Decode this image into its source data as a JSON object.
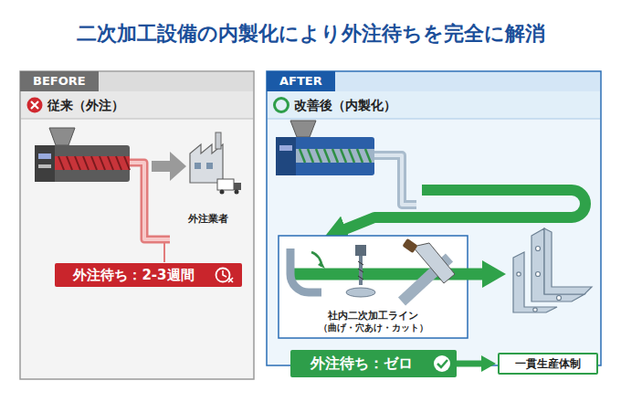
{
  "diagram": {
    "title": "二次加工設備の内製化により外注待ちを完全に解消",
    "nodes": [
      {
        "text": [
          "BEFORE",
          "従来（外注）"
        ]
      },
      {
        "text": [
          "外注待ち：2-3週間"
        ],
        "in": 0
      },
      {
        "text": [
          "AFTER",
          "改善後（内製化）"
        ]
      },
      {
        "text": [
          "社内二次加工ライン",
          "（曲げ・穴あけ・カット）"
        ],
        "in": 2
      },
      {
        "text": [
          "外注待ち：ゼロ"
        ],
        "in": 2
      },
      {
        "text": [
          "一貫生産体制"
        ]
      }
    ],
    "edges": [
      {
        "from": 4,
        "to": 5,
        "arrow": "to"
      }
    ],
    "labels": [
      "外注業者"
    ]
  }
}
